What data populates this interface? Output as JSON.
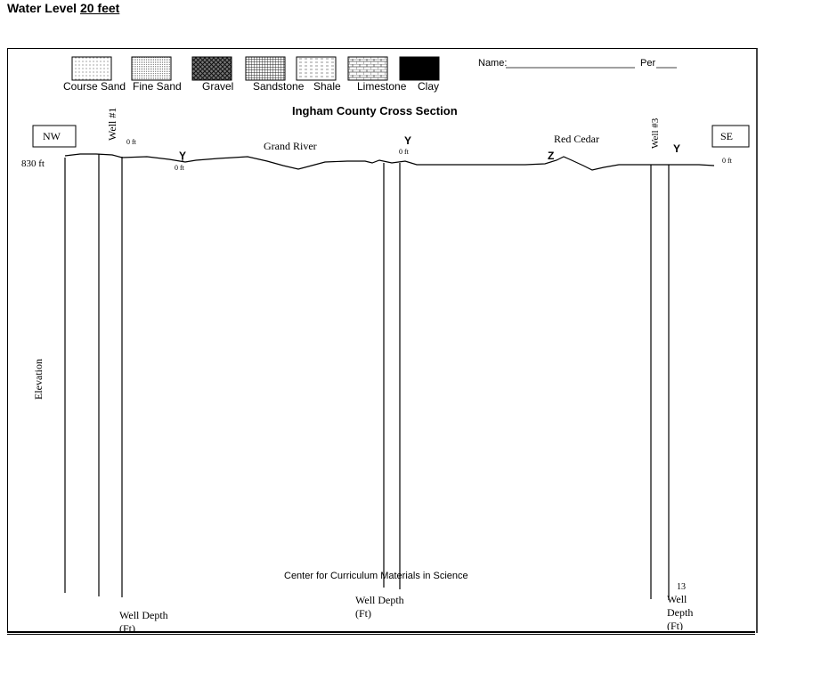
{
  "header": {
    "label": "Water Level",
    "value": "20 feet"
  },
  "form": {
    "name_label": "Name:",
    "per_label": "Per"
  },
  "legend": [
    {
      "label": "Course Sand",
      "pattern": "course-sand"
    },
    {
      "label": "Fine Sand",
      "pattern": "fine-sand"
    },
    {
      "label": "Gravel",
      "pattern": "gravel"
    },
    {
      "label": "Sandstone",
      "pattern": "sandstone"
    },
    {
      "label": "Shale",
      "pattern": "shale"
    },
    {
      "label": "Limestone",
      "pattern": "limestone"
    },
    {
      "label": "Clay",
      "pattern": "clay"
    }
  ],
  "diagram": {
    "title": "Ingham County Cross Section",
    "direction_left": "NW",
    "direction_right": "SE",
    "elevation_label": "830 ft",
    "axis_label": "Elevation",
    "river_1": "Grand River",
    "river_2": "Red Cedar",
    "wells": {
      "well1_label": "Well #1",
      "well1_top": "0 ft",
      "well1_marker": "Y",
      "well1_marker_depth": "0 ft",
      "well1_depth_label_1": "Well Depth",
      "well1_depth_label_2": "(Ft)",
      "well2_marker": "Y",
      "well2_marker_depth": "0 ft",
      "well2_depth_label_1": "Well Depth",
      "well2_depth_label_2": "(Ft)",
      "well3_label": "Well #3",
      "well3_marker": "Y",
      "well3_right_depth": "0 ft",
      "well3_depth_number": "13",
      "well3_depth_label_1": "Well",
      "well3_depth_label_2": "Depth",
      "well3_depth_label_3": "(Ft)"
    },
    "z_marker": "Z",
    "footer": "Center for Curriculum Materials in Science"
  }
}
